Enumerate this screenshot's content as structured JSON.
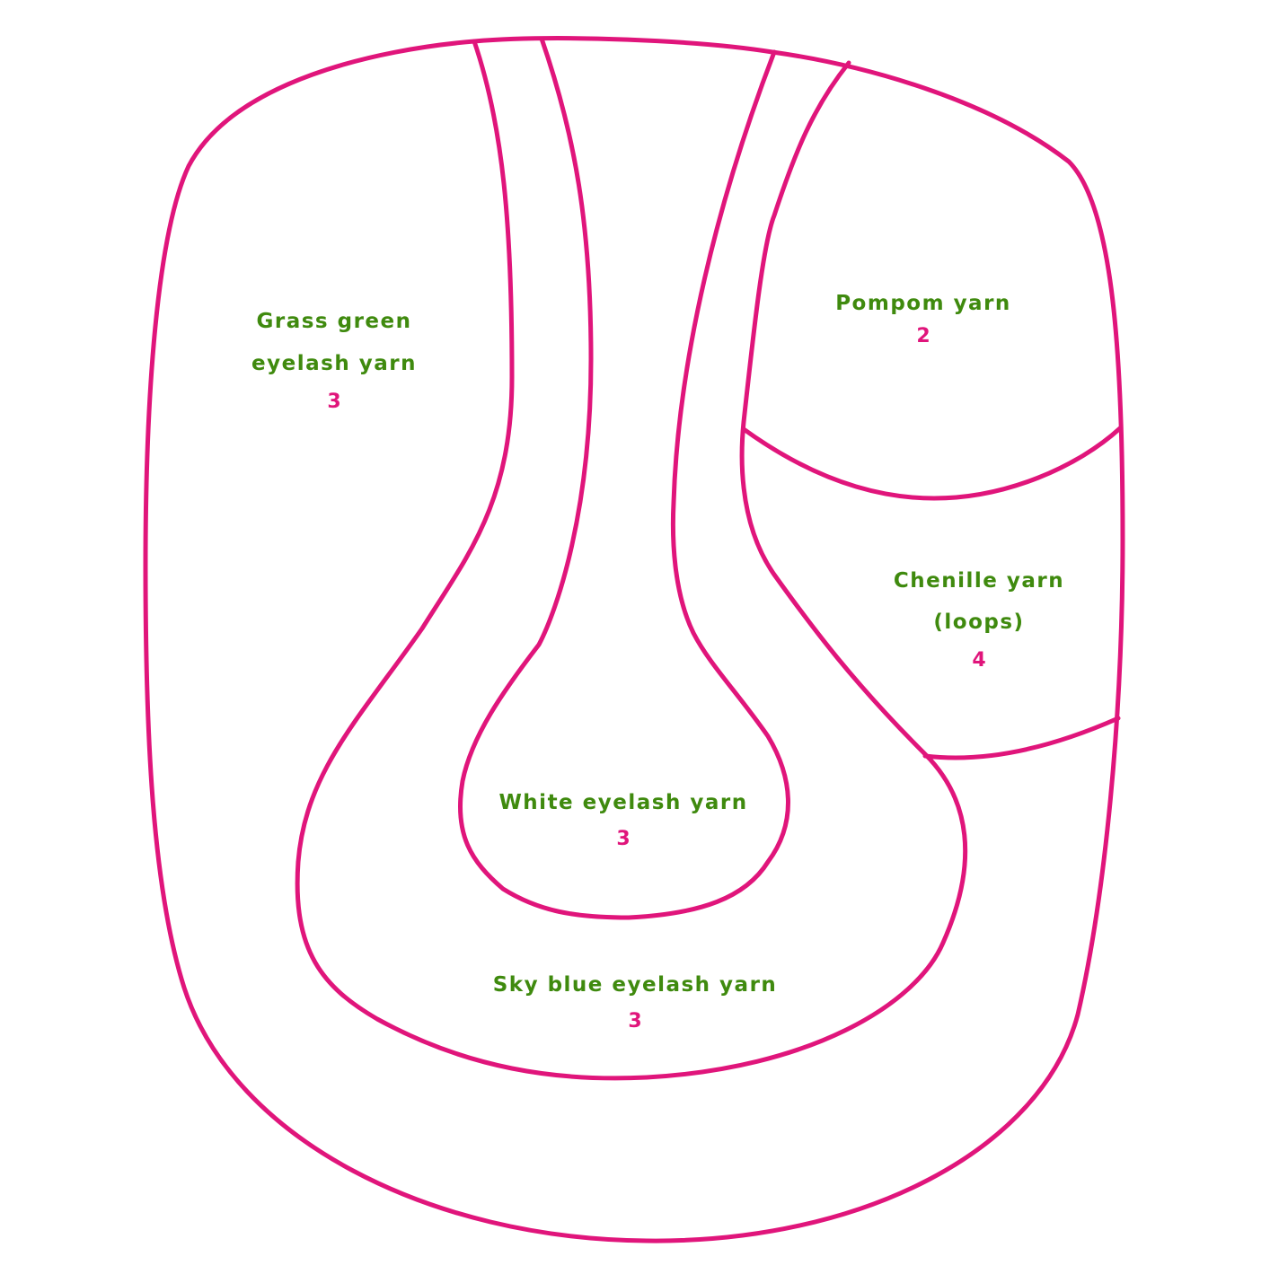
{
  "colors": {
    "outline": "#e0157b",
    "label": "#3f8a0e",
    "count": "#e0157b"
  },
  "regions": [
    {
      "id": "grass-green",
      "label_lines": [
        "Grass green",
        "eyelash yarn"
      ],
      "count": "3"
    },
    {
      "id": "pompom",
      "label_lines": [
        "Pompom yarn"
      ],
      "count": "2"
    },
    {
      "id": "chenille",
      "label_lines": [
        "Chenille yarn",
        "(loops)"
      ],
      "count": "4"
    },
    {
      "id": "white",
      "label_lines": [
        "White eyelash yarn"
      ],
      "count": "3"
    },
    {
      "id": "sky-blue",
      "label_lines": [
        "Sky blue eyelash yarn"
      ],
      "count": "3"
    }
  ]
}
